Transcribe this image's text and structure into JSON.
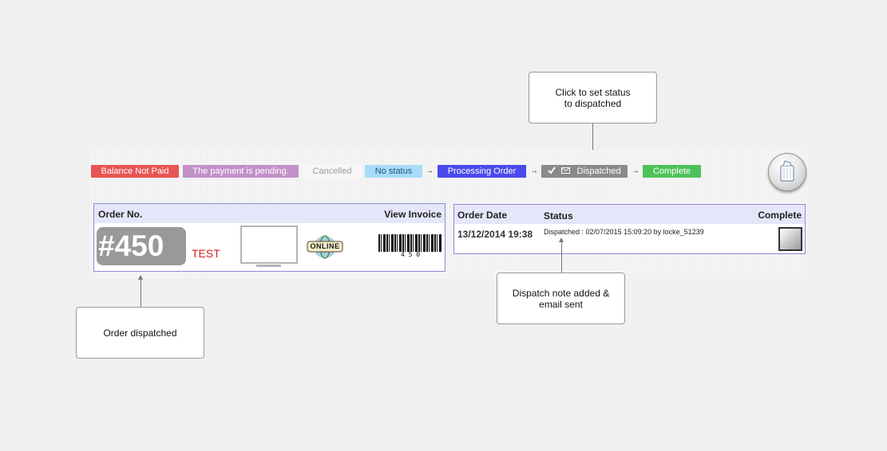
{
  "callouts": {
    "status_note_line1": "Click to set status",
    "status_note_line2": "to dispatched",
    "order_note": "Order dispatched",
    "dispatch_note_line1": "Dispatch note added &",
    "dispatch_note_line2": "email sent"
  },
  "status_bar": {
    "items": [
      {
        "label": "Balance Not Paid",
        "bg": "#e85454",
        "fg": "#ffffff"
      },
      {
        "label": "The payment is pending.",
        "bg": "#c191c8",
        "fg": "#ffffff"
      },
      {
        "label": "Cancelled",
        "bg": "#f7f7f7",
        "fg": "#9a9a9a"
      },
      {
        "label": "No status",
        "bg": "#a8dcf8",
        "fg": "#24527a"
      },
      {
        "label": "Processing Order",
        "bg": "#4a4aee",
        "fg": "#ffffff"
      },
      {
        "label": "Dispatched",
        "bg": "#8a8a8a",
        "fg": "#ffffff"
      },
      {
        "label": "Complete",
        "bg": "#4ec25a",
        "fg": "#ffffff"
      }
    ],
    "arrow": "→"
  },
  "order_card": {
    "header_left": "Order No.",
    "header_right": "View Invoice",
    "order_number": "#450",
    "test_label": "TEST",
    "online_badge": "ONLINE",
    "barcode_number": "4 5 0"
  },
  "status_card": {
    "header_date": "Order Date",
    "header_status": "Status",
    "header_complete": "Complete",
    "order_date": "13/12/2014 19:38",
    "status_text": "Dispatched : 02/07/2015 15:09:20 by locke_51239"
  },
  "icons": [
    "check-icon",
    "envelope-icon",
    "monitor-icon",
    "online-globe-icon",
    "barcode-icon",
    "trash-icon",
    "complete-checkbox"
  ],
  "colors": {
    "accent": "#8a8ad8",
    "header_bg": "#e6e6fa",
    "test_red": "#d81e1e"
  }
}
